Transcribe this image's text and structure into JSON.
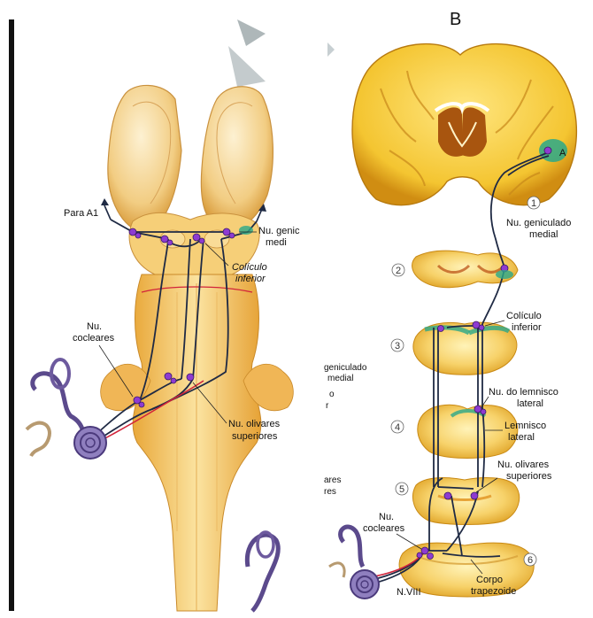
{
  "panel_b_letter": "B",
  "panel_a_labels": {
    "para_a1": "Para A1",
    "geniculado_1": "Nu. genic",
    "geniculado_2": "medi",
    "coliculo_1": "Colículo",
    "coliculo_2": "inferior",
    "cocleares_1": "Nu.",
    "cocleares_2": "cocleares",
    "olivares_1": "Nu. olivares",
    "olivares_2": "superiores"
  },
  "panel_b_labels": {
    "a_cortex": "A",
    "geniculado_1": "Nu. geniculado",
    "geniculado_2": "medial",
    "coliculo_1": "Colículo",
    "coliculo_2": "inferior",
    "lemnisco_nu_1": "Nu. do lemnisco",
    "lemnisco_nu_2": "lateral",
    "lemnisco_1": "Lemnisco",
    "lemnisco_2": "lateral",
    "olivares_1": "Nu. olivares",
    "olivares_2": "superiores",
    "cocleares_1": "Nu.",
    "cocleares_2": "cocleares",
    "corpo_1": "Corpo",
    "corpo_2": "trapezoide",
    "nviii": "N.VIII"
  },
  "section_numbers": [
    "1",
    "2",
    "3",
    "4",
    "5",
    "6"
  ],
  "overlap_fragments": {
    "geniculado_1": "geniculado",
    "geniculado_2": "medial",
    "frag_o": "o",
    "frag_r": "r",
    "olivares_1": "ares",
    "olivares_2": "res"
  },
  "colors": {
    "tissue": "#f5c542",
    "tissue_light": "#fbe79a",
    "tissue_dark": "#c98a14",
    "nerve_red": "#d2233a",
    "fiber": "#1f2a44",
    "nucleus": "#8e3bd1",
    "teal": "#2aa889",
    "inner_ear": "#5b4a8c"
  }
}
